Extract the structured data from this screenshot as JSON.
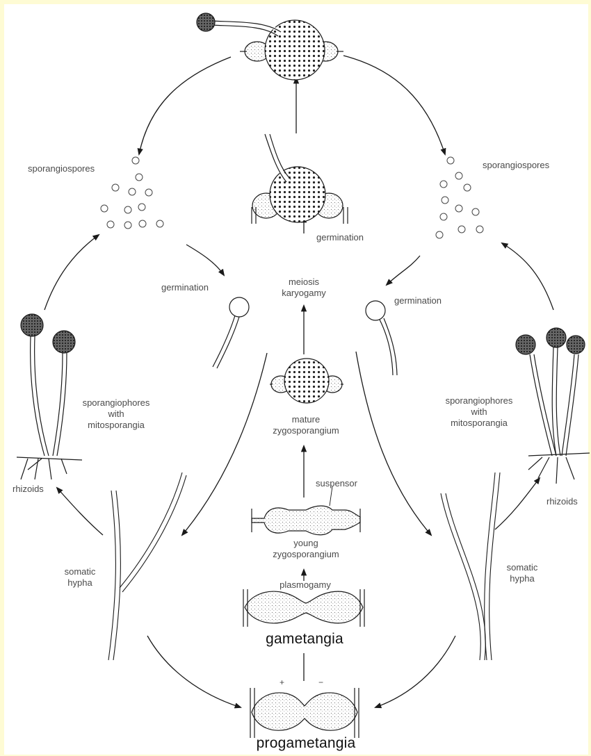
{
  "labels": {
    "sporangiospores_left": "sporangiospores",
    "sporangiospores_right": "sporangiospores",
    "germination_top": "germination",
    "germination_left": "germination",
    "germination_right": "germination",
    "meiosis": "meiosis",
    "karyogamy": "karyogamy",
    "sporangiophores_left_1": "sporangiophores",
    "sporangiophores_left_2": "with",
    "sporangiophores_left_3": "mitosporangia",
    "sporangiophores_right_1": "sporangiophores",
    "sporangiophores_right_2": "with",
    "sporangiophores_right_3": "mitosporangia",
    "mature_1": "mature",
    "mature_2": "zygosporangium",
    "suspensor": "suspensor",
    "young_1": "young",
    "young_2": "zygosporangium",
    "plasmogamy": "plasmogamy",
    "rhizoids_left": "rhizoids",
    "rhizoids_right": "rhizoids",
    "somatic_left_1": "somatic",
    "somatic_left_2": "hypha",
    "somatic_right_1": "somatic",
    "somatic_right_2": "hypha",
    "gametangia": "gametangia",
    "progametangia": "progametangia",
    "plus": "+",
    "minus": "−"
  },
  "colors": {
    "page_border": "#fefbd4",
    "ink": "#1a1a1a",
    "label": "#4a4a4a"
  }
}
